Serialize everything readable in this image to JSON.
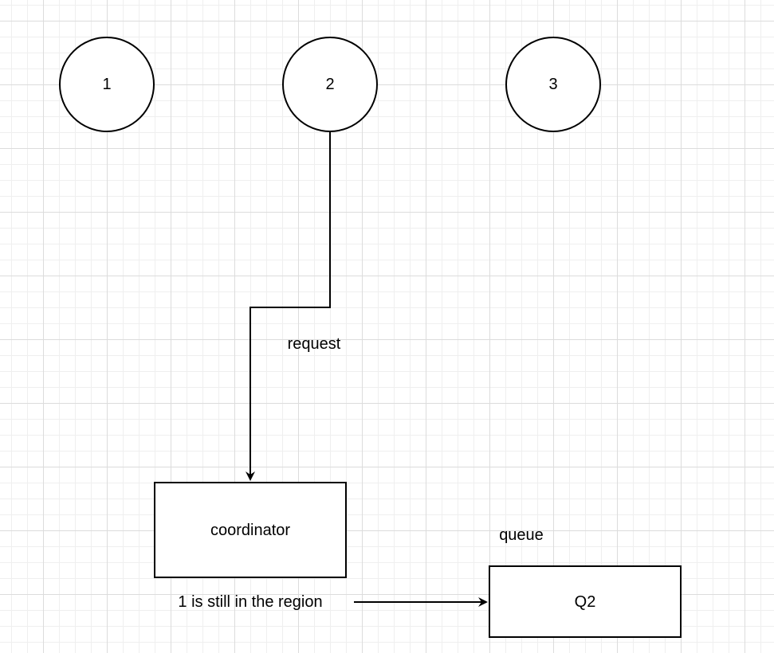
{
  "nodes": {
    "circle_1": "1",
    "circle_2": "2",
    "circle_3": "3",
    "coordinator": "coordinator",
    "queue_box": "Q2"
  },
  "labels": {
    "request": "request",
    "queue": "queue",
    "region_note": "1 is still in the region"
  },
  "colors": {
    "stroke": "#000000",
    "fill": "#ffffff",
    "grid": "#dcdcdc"
  }
}
